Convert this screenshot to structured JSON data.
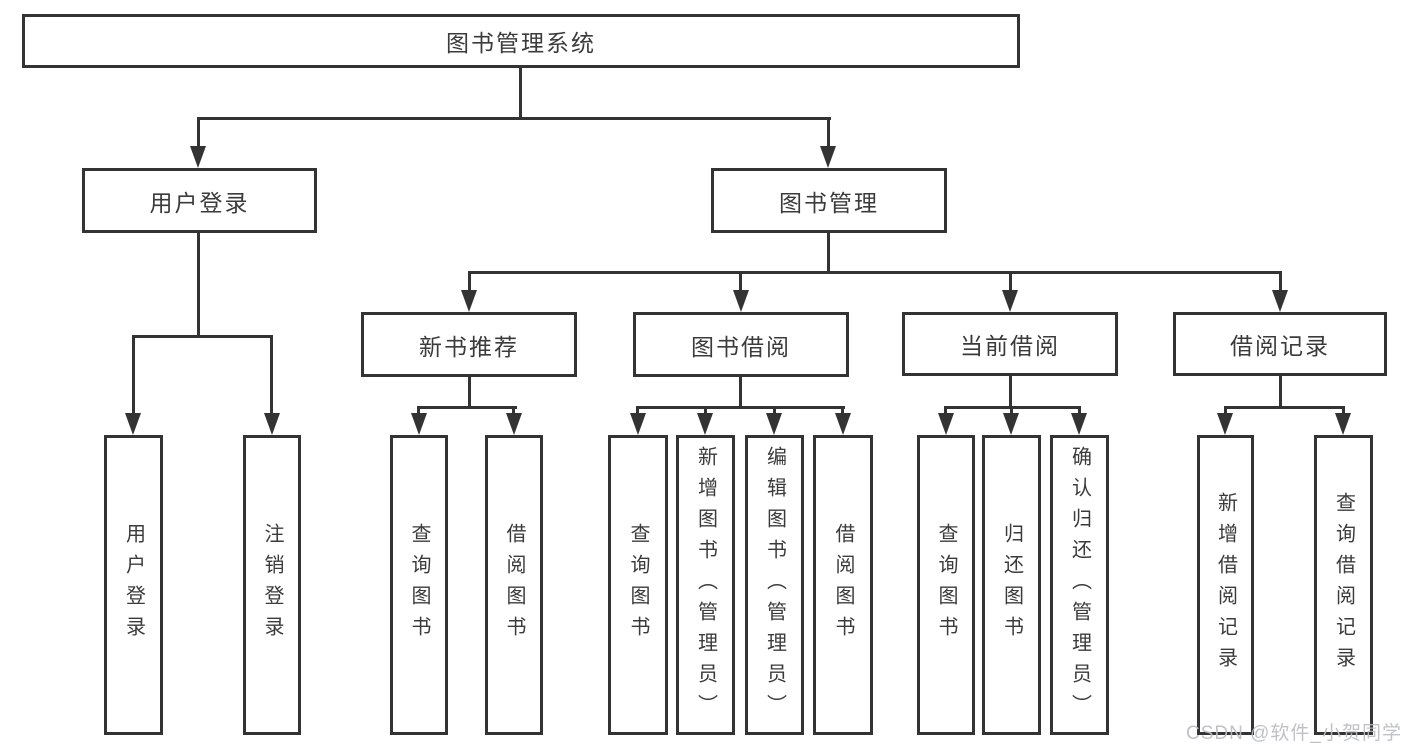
{
  "diagram": {
    "root": {
      "label": "图书管理系统"
    },
    "level2": [
      {
        "label": "用户登录",
        "children": [
          {
            "label": "用户登录"
          },
          {
            "label": "注销登录"
          }
        ]
      },
      {
        "label": "图书管理",
        "children": [
          {
            "label": "新书推荐",
            "children": [
              {
                "label": "查询图书"
              },
              {
                "label": "借阅图书"
              }
            ]
          },
          {
            "label": "图书借阅",
            "children": [
              {
                "label": "查询图书"
              },
              {
                "label": "新增图书（管理员）"
              },
              {
                "label": "编辑图书（管理员）"
              },
              {
                "label": "借阅图书"
              }
            ]
          },
          {
            "label": "当前借阅",
            "children": [
              {
                "label": "查询图书"
              },
              {
                "label": "归还图书"
              },
              {
                "label": "确认归还（管理员）"
              }
            ]
          },
          {
            "label": "借阅记录",
            "children": [
              {
                "label": "新增借阅记录"
              },
              {
                "label": "查询借阅记录"
              }
            ]
          }
        ]
      }
    ]
  },
  "watermark": {
    "text": "CSDN @软件_小贺同学"
  },
  "colors": {
    "line": "#333333",
    "text": "#3b3b3b",
    "bg": "#ffffff",
    "watermark": "#b9bdc2"
  }
}
